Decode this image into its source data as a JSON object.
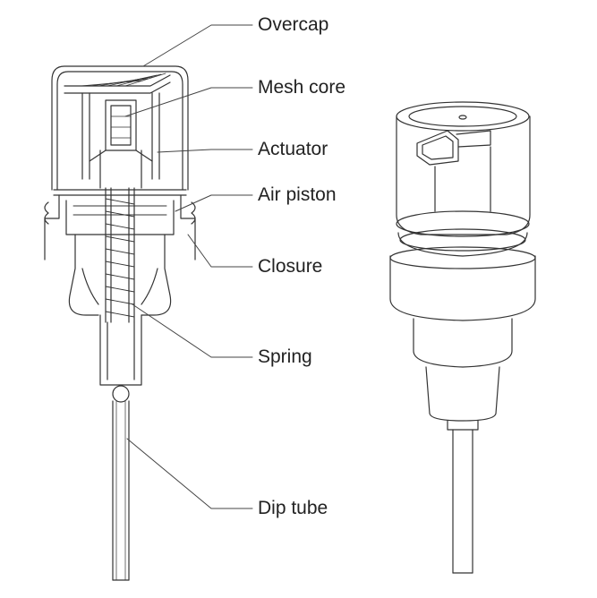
{
  "labels": {
    "overcap": "Overcap",
    "mesh_core": "Mesh core",
    "actuator": "Actuator",
    "air_piston": "Air piston",
    "closure": "Closure",
    "spring": "Spring",
    "dip_tube": "Dip tube"
  },
  "colors": {
    "line": "#333333",
    "leader": "#444444",
    "text": "#222222",
    "background": "#ffffff"
  }
}
